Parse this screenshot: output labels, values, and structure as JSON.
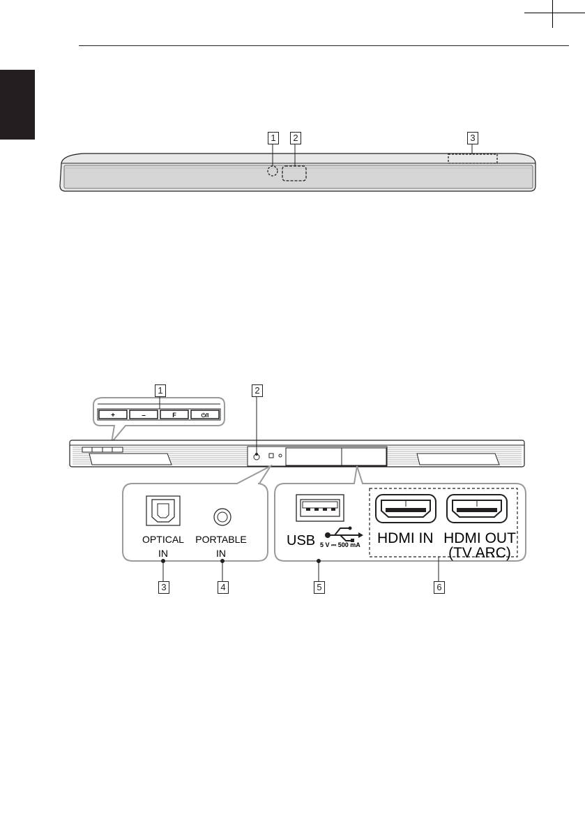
{
  "front_view": {
    "callouts": [
      "1",
      "2",
      "3"
    ]
  },
  "rear_view": {
    "callouts": [
      "1",
      "2",
      "3",
      "4",
      "5",
      "6"
    ],
    "buttons": [
      "+",
      "–",
      "F",
      "⏻/I"
    ],
    "ports": {
      "optical_label_line1": "OPTICAL",
      "optical_label_line2": "IN",
      "portable_label_line1": "PORTABLE",
      "portable_label_line2": "IN",
      "usb_label": "USB",
      "usb_rating": "5 V ⎓ 500 mA",
      "hdmi_in_label": "HDMI IN",
      "hdmi_out_label_line1": "HDMI OUT",
      "hdmi_out_label_line2": "(TV ARC)"
    }
  }
}
